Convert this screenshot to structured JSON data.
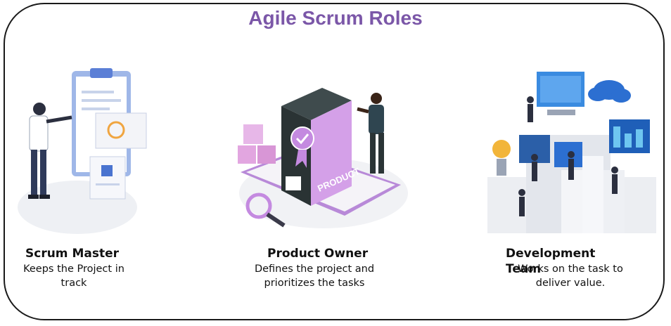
{
  "title": "Agile Scrum Roles",
  "roles": [
    {
      "name": "Scrum Master",
      "desc_line1": "Keeps the Project in",
      "desc_line2": "track"
    },
    {
      "name": "Product Owner",
      "desc_line1": "Defines the project and",
      "desc_line2": "prioritizes the tasks"
    },
    {
      "name_line1": "Development",
      "name_line2": "Team",
      "desc_line1": "Works on the task to",
      "desc_line2": "deliver value."
    }
  ],
  "box_label": "PRODUCT",
  "colors": {
    "title": "#7b57a8",
    "accent": "#c98be0",
    "dark": "#2f3a3b",
    "blue": "#2c6fd1"
  }
}
